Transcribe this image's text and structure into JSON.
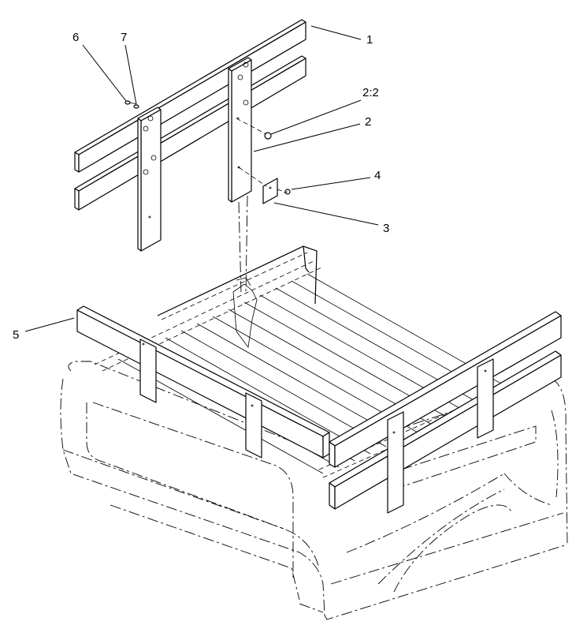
{
  "callouts": [
    {
      "id": "1",
      "text": "1"
    },
    {
      "id": "2:2",
      "text": "2:2"
    },
    {
      "id": "2",
      "text": "2"
    },
    {
      "id": "3",
      "text": "3"
    },
    {
      "id": "4",
      "text": "4"
    },
    {
      "id": "5",
      "text": "5"
    },
    {
      "id": "6",
      "text": "6"
    },
    {
      "id": "7",
      "text": "7"
    }
  ]
}
